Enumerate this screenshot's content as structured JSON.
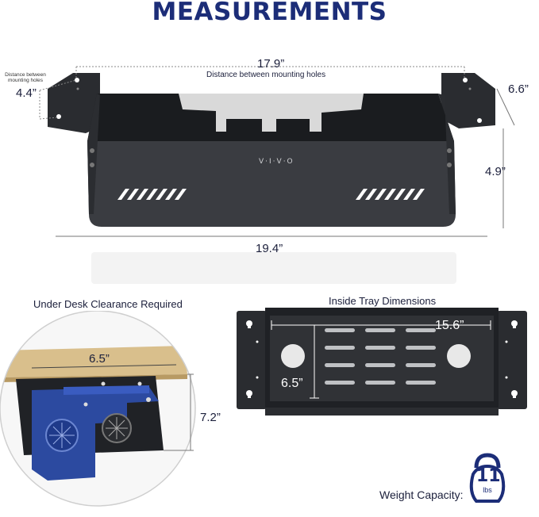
{
  "page": {
    "title": "MEASUREMENTS"
  },
  "main_dimensions": {
    "mounting_span": "17.9”",
    "mounting_span_caption": "Distance between mounting holes",
    "hole_distance_caption_line1": "Distance between",
    "hole_distance_caption_line2": "mounting holes",
    "hole_distance": "4.4”",
    "depth": "6.6”",
    "height": "4.9”",
    "width": "19.4”",
    "brand": "V·I·V·O"
  },
  "clearance_panel": {
    "title": "Under Desk Clearance Required",
    "desk_depth": "6.5”",
    "clearance_height": "7.2”"
  },
  "inside_tray_panel": {
    "title": "Inside Tray Dimensions",
    "inner_length": "15.6”",
    "inner_depth": "6.5”"
  },
  "weight": {
    "label": "Weight Capacity:",
    "value": "11",
    "unit": "lbs"
  },
  "colors": {
    "title_navy": "#1c2d78",
    "tray_dark": "#2b2d31",
    "desk_wood": "#d9bf8c",
    "bracket_blue": "#2c4aa0"
  }
}
